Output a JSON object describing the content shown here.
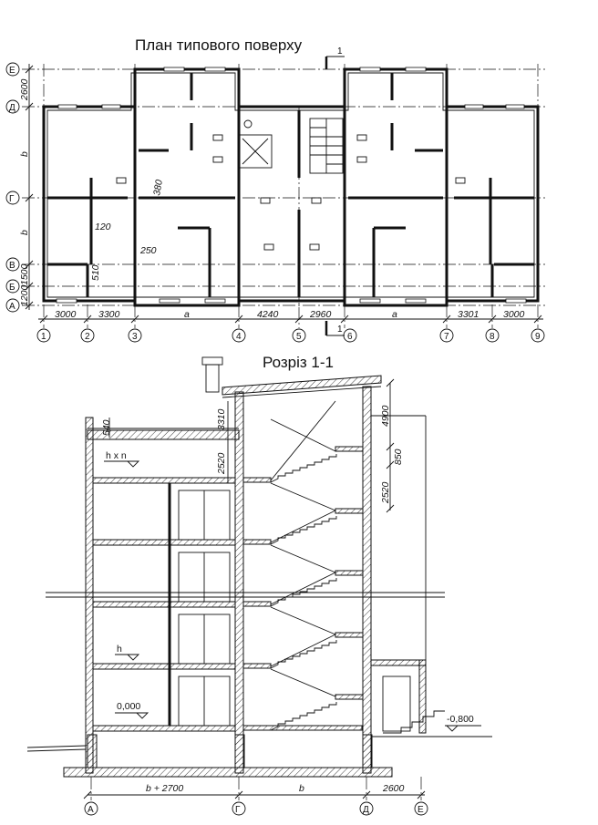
{
  "plan": {
    "title": "План типового поверху",
    "cut_label": "1",
    "axes_letters": [
      "Е",
      "Д",
      "Г",
      "В",
      "Б",
      "А"
    ],
    "axes_numbers": [
      "1",
      "2",
      "3",
      "4",
      "5",
      "6",
      "7",
      "8",
      "9"
    ],
    "bottom_dims": [
      "3000",
      "3300",
      "a",
      "4240",
      "2960",
      "a",
      "3301",
      "3000"
    ],
    "left_dims": [
      "2600",
      "b",
      "b",
      "1500",
      "1200"
    ],
    "inner_dims": [
      "380",
      "120",
      "250",
      "510"
    ]
  },
  "section": {
    "title": "Розріз 1-1",
    "levels": [
      "0,000",
      "-0,800"
    ],
    "labels": [
      "h x n",
      "h"
    ],
    "right_dims": [
      "4900",
      "2520",
      "850"
    ],
    "left_dims": [
      "3310",
      "540",
      "2520"
    ],
    "bottom_dims": [
      "b + 2700",
      "b",
      "2600"
    ],
    "axes": [
      "А",
      "Г",
      "Д",
      "Е"
    ]
  }
}
